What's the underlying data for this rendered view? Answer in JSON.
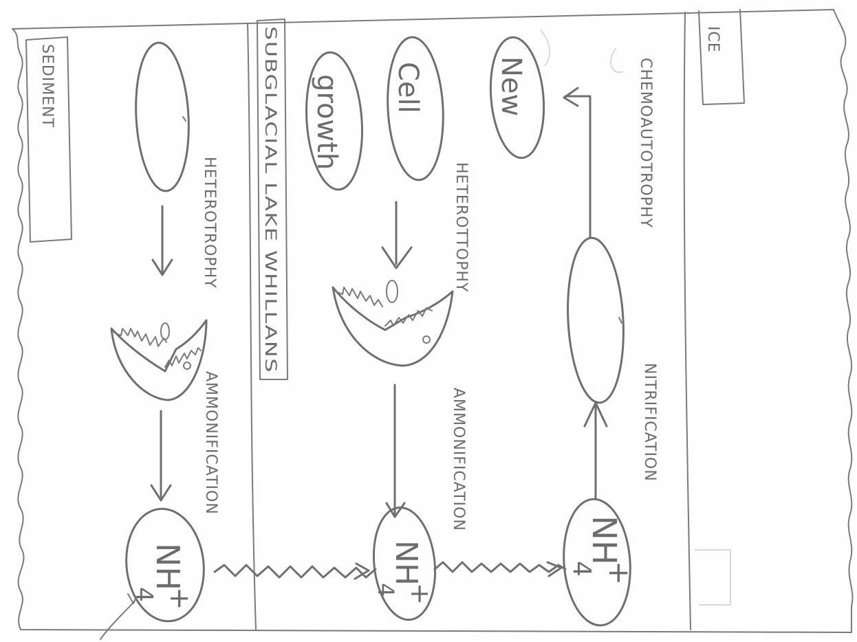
{
  "zones": {
    "sediment": "SEDIMENT",
    "lake": "SUBGLACIAL LAKE WHILLANS",
    "ice": "ICE"
  },
  "processes": {
    "heterotrophy_sediment": "HETEROTROPHY",
    "heterotrophy_lake": "HETEROTTOPHY",
    "ammonification_sediment": "AMMONIFICATION",
    "ammonification_lake": "AMMONIFICATION",
    "chemoautotrophy": "CHEMOAUTOTROPHY",
    "nitrification": "NITRIFICATION"
  },
  "cells": {
    "word_growth": "growth",
    "word_cell": "Cell",
    "word_new": "New"
  },
  "ammonium": {
    "main": "NH",
    "sub": "4",
    "charge": "+"
  }
}
